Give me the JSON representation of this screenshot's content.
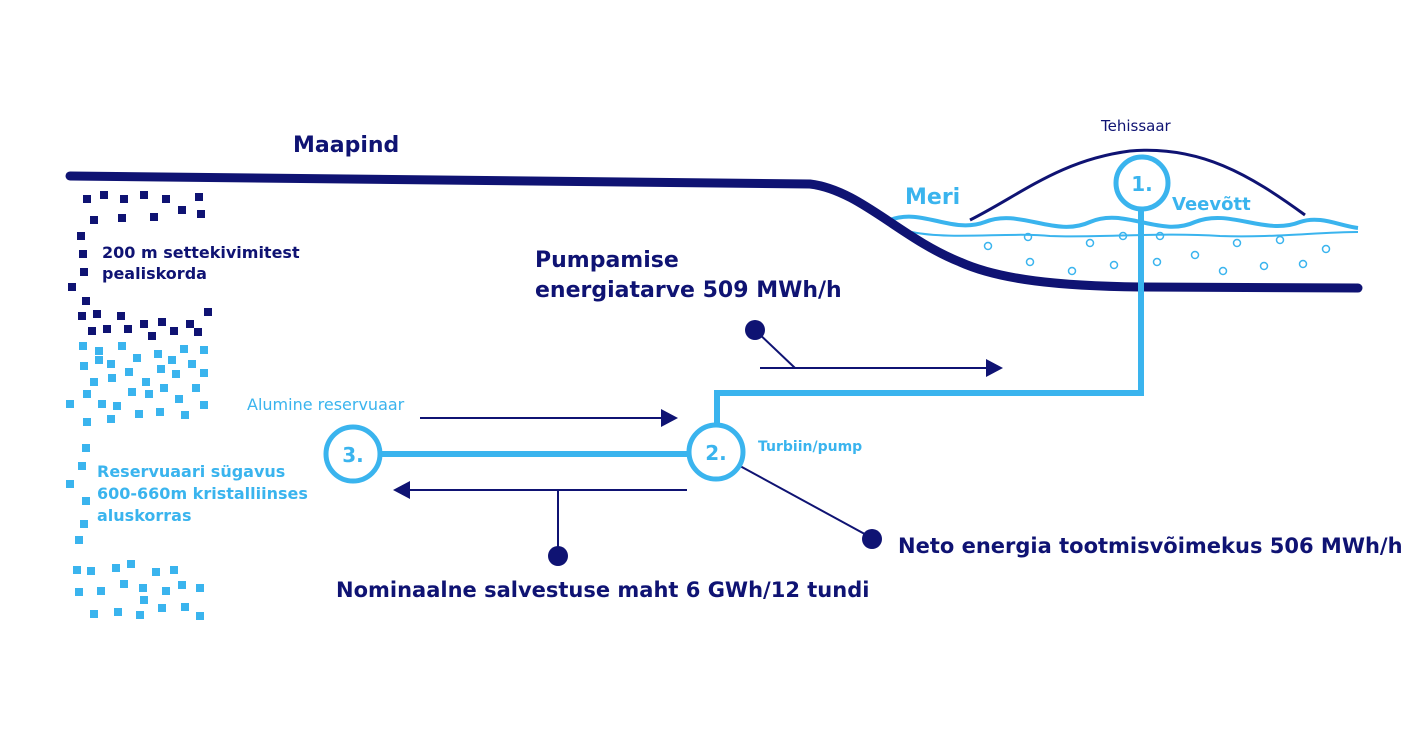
{
  "colors": {
    "dark_navy": "#0f1373",
    "light_blue": "#3ab4ee",
    "background": "#ffffff"
  },
  "labels": {
    "ground": "Maapind",
    "artificial_island": "Tehissaar",
    "sea": "Meri",
    "water_intake": "Veevõtt",
    "sediment_layer_1": "200 m settekivimitest",
    "sediment_layer_2": "pealiskorda",
    "pumping_demand_1": "Pumpamise",
    "pumping_demand_2": "energiatarve 509 MWh/h",
    "lower_reservoir": "Alumine reservuaar",
    "turbine_pump": "Turbiin/pump",
    "reservoir_depth_1": "Reservuaari sügavus",
    "reservoir_depth_2": "600-660m kristalliinses",
    "reservoir_depth_3": "aluskorras",
    "net_capacity": "Neto energia tootmisvõimekus 506 MWh/h",
    "nominal_storage": "Nominaalne salvestuse maht 6 GWh/12 tundi"
  },
  "nodes": {
    "node_1": "1.",
    "node_2": "2.",
    "node_3": "3."
  }
}
